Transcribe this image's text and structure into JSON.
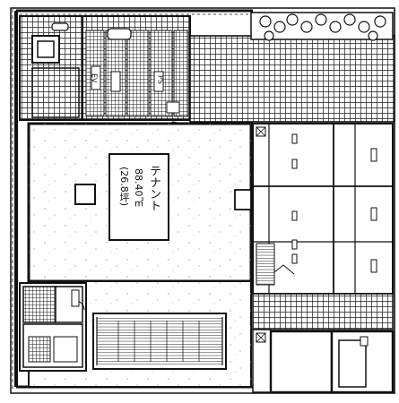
{
  "plan": {
    "tenant_room": {
      "name": "テナント",
      "area_m2": "88.40㎡",
      "area_tsubo": "(26.8坪)"
    },
    "small_labels": {
      "room_a": "EV",
      "room_b": "PS"
    }
  },
  "colors": {
    "line": "#111111",
    "hatch": "#1a1a1a",
    "speckle": "#9a9a9a",
    "paper": "#ffffff"
  },
  "icons": {
    "trees": "tree-symbol-icon",
    "toilet": "toilet-icon",
    "stairs": "staircase-icon"
  }
}
